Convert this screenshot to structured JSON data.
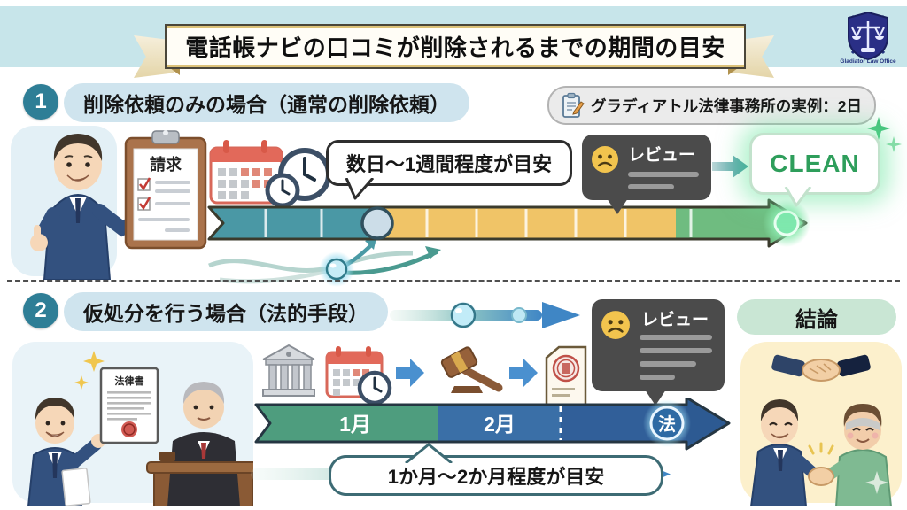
{
  "header": {
    "title": "電話帳ナビの口コミが削除されるまでの期間の目安",
    "logo_text": "Gladiator Law Office"
  },
  "section1": {
    "number": "1",
    "heading": "削除依頼のみの場合（通常の削除依頼）",
    "note_text": "グラディアトル法律事務所の実例：2日",
    "clipboard_title": "請求",
    "estimate": "数日～1週間程度が目安",
    "review_label": "レビュー",
    "clean_label": "CLEAN",
    "timeline_phases": [
      {
        "name": "before-request"
      },
      {
        "name": "review-waiting-period"
      },
      {
        "name": "after-deletion"
      }
    ]
  },
  "section2": {
    "number": "2",
    "heading": "仮処分を行う場合（法的手段）",
    "conclusion_label": "結論",
    "review_label": "レビュー",
    "document_title": "法律書",
    "months": {
      "m1": "1月",
      "m2": "2月"
    },
    "law_symbol": "法",
    "estimate": "1か月～2か月程度が目安"
  },
  "icons": {
    "logo": "scales-shield-icon",
    "note": "memo-pencil-icon",
    "schedule": "calendar-clock-icon",
    "review": "sad-face-icon",
    "court": "courthouse-icon",
    "gavel": "gavel-icon",
    "ruling": "sealed-document-icon",
    "law": "law-circle-icon",
    "handshake": "handshake-icon",
    "sparkle": "sparkle-icon"
  },
  "colors": {
    "band": "#c7e5ea",
    "heading_bg": "#cfe4ee",
    "number_circle": "#2e7e96",
    "t1_request": "#4a98a5",
    "t1_wait": "#f0c467",
    "t1_clean": "#6fbc80",
    "t2_m1": "#4e9d7e",
    "t2_m2": "#3a6fa7",
    "t2_tail": "#315f99",
    "review_badge": "#4b4b4b",
    "clean_green": "#2e9e5b",
    "conclusion_bg": "#c9e6d4",
    "arrow_blue": "#3f86c5",
    "arrow_teal": "#2f8f96"
  }
}
